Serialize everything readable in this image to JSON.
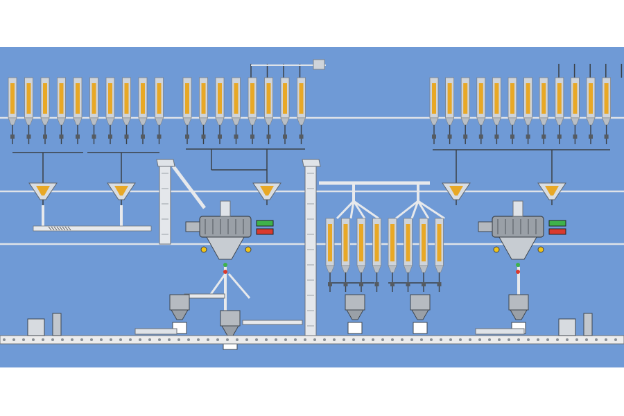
{
  "scene": {
    "background": "#6f9ad6",
    "frame_color": "#ffffff",
    "pipe_color": "#d9dde2",
    "silo_body": "#cfd4da",
    "silo_fill": "#e8a826",
    "machine_color": "#8d9196",
    "belt_color": "#ececec"
  },
  "silo_groups": [
    {
      "id": "upper-left-a",
      "count": 5
    },
    {
      "id": "upper-left-b",
      "count": 5
    },
    {
      "id": "upper-center",
      "count": 8
    },
    {
      "id": "upper-right",
      "count": 12
    },
    {
      "id": "middle-center",
      "count": 8
    }
  ],
  "mixers": [
    {
      "id": "mixer-left",
      "panel_labels": [
        "",
        ""
      ]
    },
    {
      "id": "mixer-right",
      "panel_labels": [
        "",
        ""
      ]
    }
  ],
  "indicators": {
    "green": "#3fb24a",
    "red": "#d93a2e",
    "yellow": "#f0c419"
  }
}
